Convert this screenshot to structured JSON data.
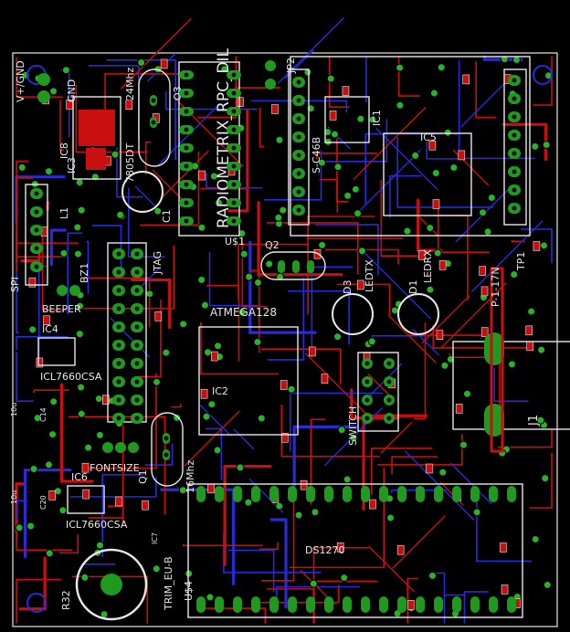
{
  "colors": {
    "background": "#000000",
    "top_copper": "#c81010",
    "bottom_copper": "#2a2ad8",
    "pad": "#1f9a1f",
    "silkscreen": "#e8e8e8",
    "via": "#2ab02a"
  },
  "labels": {
    "vplus": "V+",
    "gnd1": "GND",
    "gnd2": "GND",
    "ic_reg": "7805DT",
    "ic3": "IC3",
    "q_crystal1": "24Mhz",
    "q3": "Q3",
    "c1": "C1",
    "radio_module": "RADIOMETRIX_RPC_DIL",
    "u1": "U$1",
    "jp2": "JP2",
    "ic1": "IC1",
    "ic1_part": "S-C46B",
    "ic5": "IC5",
    "ic8": "IC8",
    "l1": "L1",
    "jtag": "JTAG",
    "beeper": "BEEPER",
    "spi": "SPI",
    "bz1": "BZ1",
    "ic4": "IC4",
    "ic4_part": "ICL7660CSA",
    "ic6": "IC6",
    "ic6_part": "ICL7660CSA",
    "atmega": "ATMEGA128",
    "ic2": "IC2",
    "q2": "Q2",
    "d3": "D3",
    "ledtx": "LEDTX",
    "d1": "D1",
    "ledrx": "LEDRX",
    "tp1": "TP1",
    "pwr": "P-1-17N",
    "switch": "SWITCH",
    "j1": "J1",
    "fontsize": "FONTSIZE",
    "q1_freq": "16Mhz",
    "q1": "Q1",
    "ds1270": "DS1270",
    "u4": "U$4",
    "r32": "R32",
    "trim": "TRIM_EU-B",
    "c14": "C14",
    "c20": "C20",
    "cap_val1": "10u",
    "cap_val2": "10u",
    "ic7": "IC7"
  }
}
